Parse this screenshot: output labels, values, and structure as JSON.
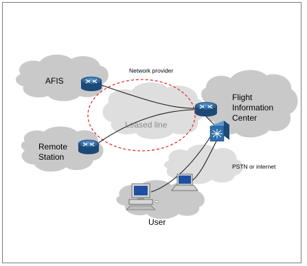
{
  "labels": {
    "afis": "AFIS",
    "network_provider": "Network provider",
    "leased_line": "Leased line",
    "remote_station_line1": "Remote",
    "remote_station_line2": "Station",
    "fic_line1": "Flight",
    "fic_line2": "Information",
    "fic_line3": "Center",
    "pstn": "PSTN or internet",
    "user": "User"
  },
  "colors": {
    "cloud": "#c9c9c9",
    "cloud_light": "#dedede",
    "router_fill": "#2f6fa8",
    "router_dark": "#1c4a78",
    "dashed_ellipse": "#e03030",
    "frame": "#7a7a7a",
    "line": "#1a1a1a",
    "screen": "#1f4fa0"
  }
}
